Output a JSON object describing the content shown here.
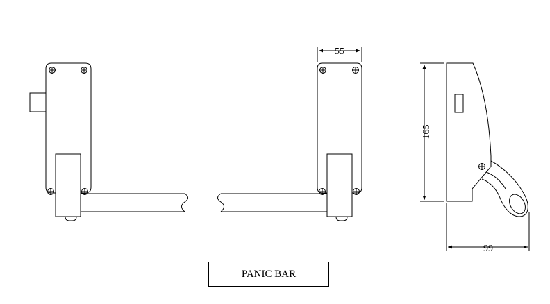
{
  "title": "PANIC BAR",
  "dimensions": {
    "width_front": "55",
    "height_side": "165",
    "depth_side": "99"
  }
}
